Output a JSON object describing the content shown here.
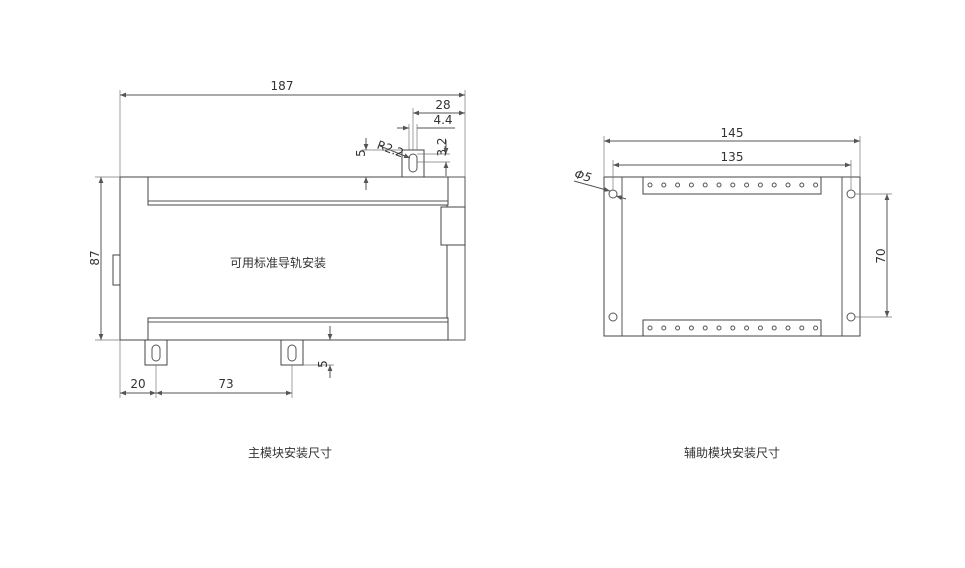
{
  "main_module": {
    "caption": "主模块安装尺寸",
    "center_label": "可用标准导轨安装",
    "dims": {
      "overall_width": "187",
      "tab_offset": "28",
      "slot_offset": "4.4",
      "slot_height": "3.2",
      "radius": "R2.2",
      "tab_height_top": "5",
      "overall_height": "87",
      "left_tab_offset": "20",
      "tab_spacing": "73",
      "tab_height_bottom": "5"
    }
  },
  "aux_module": {
    "caption": "辅助模块安装尺寸",
    "dims": {
      "outer_width": "145",
      "hole_spacing": "135",
      "hole_diameter": "Φ5",
      "vertical_spacing": "70"
    }
  },
  "colors": {
    "line": "#555555",
    "text": "#333333"
  }
}
